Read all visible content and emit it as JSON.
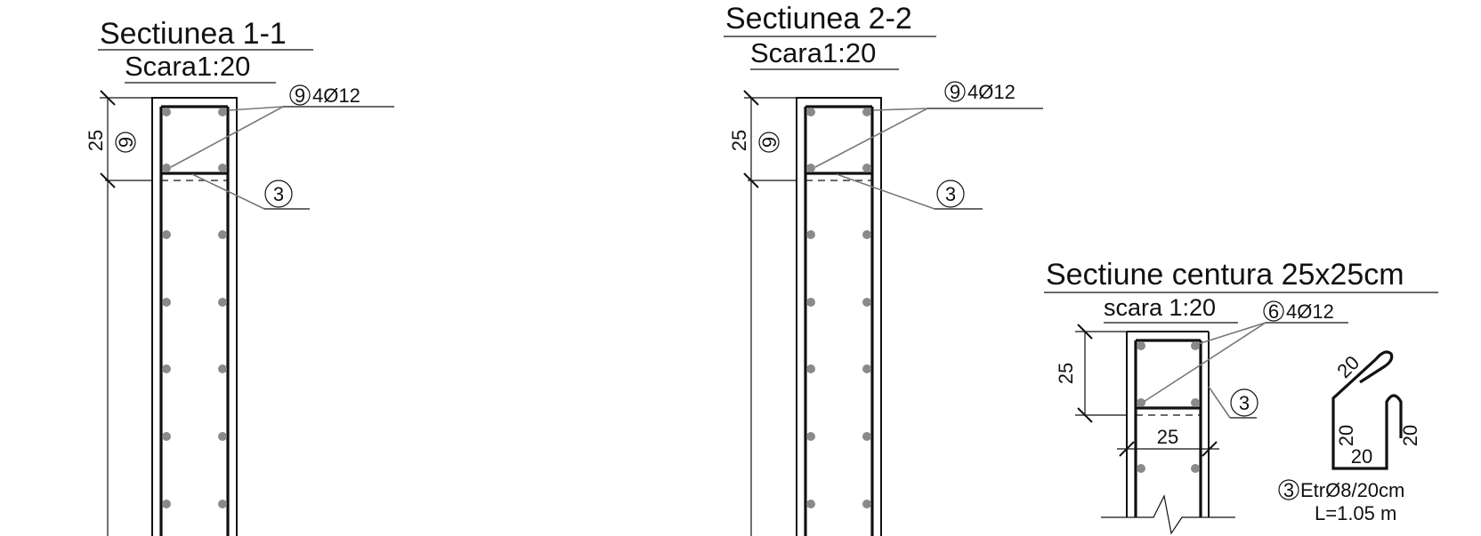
{
  "section_1": {
    "title": "Sectiunea  1-1",
    "scale": "Scara1:20",
    "bars_label_mark": "9",
    "bars_label": "4Ø12",
    "stirrup_mark": "3",
    "dim_value": "25",
    "dim_mark": "9"
  },
  "section_2": {
    "title": "Sectiunea  2-2",
    "scale": "Scara1:20",
    "bars_label_mark": "9",
    "bars_label": "4Ø12",
    "stirrup_mark": "3",
    "dim_value": "25",
    "dim_mark": "9"
  },
  "section_belt": {
    "title": "Sectiune centura 25x25cm",
    "scale": "scara 1:20",
    "bars_label_mark": "6",
    "bars_label": "4Ø12",
    "stirrup_mark": "3",
    "dim_vertical": "25",
    "dim_horizontal": "25"
  },
  "stirrup_detail": {
    "dim_hook": "20",
    "dim_left": "20",
    "dim_bottom": "20",
    "dim_right": "20",
    "mark": "3",
    "label": "EtrØ8/20cm",
    "length": "L=1.05 m"
  }
}
